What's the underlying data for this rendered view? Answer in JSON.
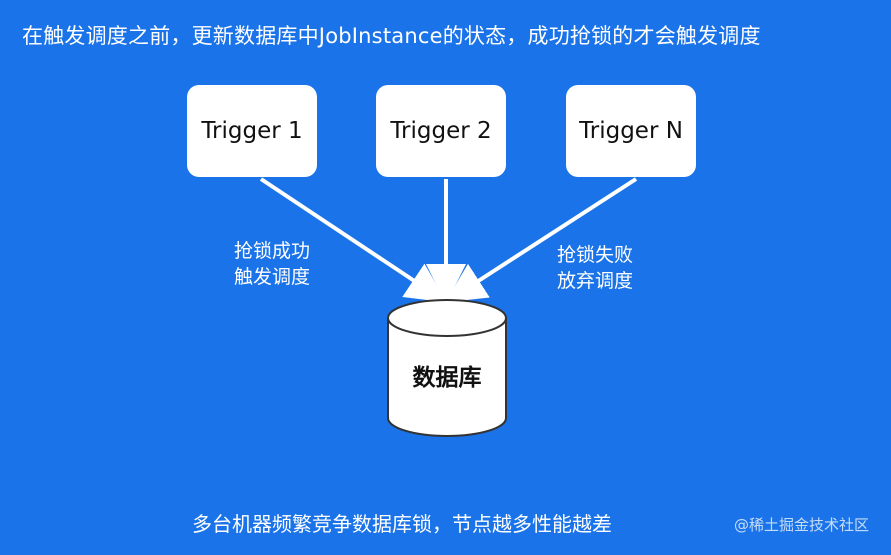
{
  "title": "在触发调度之前，更新数据库中JobInstance的状态，成功抢锁的才会触发调度",
  "nodes": {
    "trigger_1": "Trigger 1",
    "trigger_2": "Trigger 2",
    "trigger_n": "Trigger N"
  },
  "edge_labels": {
    "success_line1": "抢锁成功",
    "success_line2": "触发调度",
    "fail_line1": "抢锁失败",
    "fail_line2": "放弃调度"
  },
  "database": {
    "label": "数据库"
  },
  "footer": "多台机器频繁竞争数据库锁，节点越多性能越差",
  "watermark": "@稀土掘金技术社区",
  "colors": {
    "background": "#1a73e8",
    "node_fill": "#ffffff",
    "arrow": "#ffffff"
  }
}
